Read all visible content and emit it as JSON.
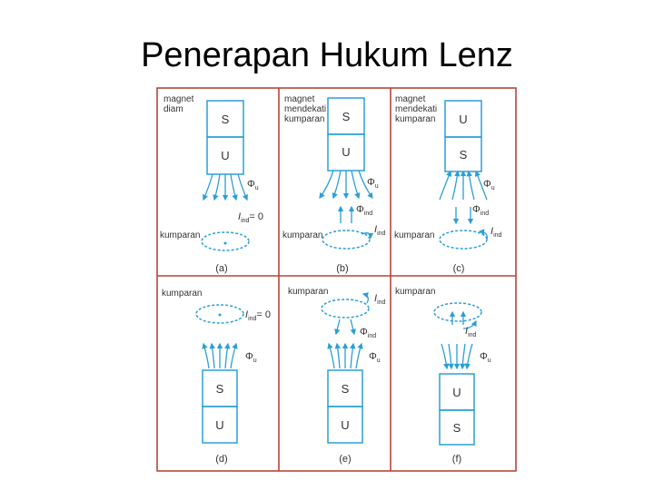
{
  "slide": {
    "title": "Penerapan Hukum Lenz"
  },
  "panels": [
    {
      "id": "a",
      "caption": "(a)",
      "desc_lines": [
        "magnet",
        "diam"
      ],
      "top_pole": "S",
      "bottom_pole": "U",
      "coil": "kumparan",
      "flux": "Φ",
      "flux_sub": "u",
      "iind_value": "= 0"
    },
    {
      "id": "b",
      "caption": "(b)",
      "desc_lines": [
        "magnet",
        "mendekati",
        "kumparan"
      ],
      "top_pole": "S",
      "bottom_pole": "U",
      "coil": "kumparan",
      "flux": "Φ",
      "flux_sub": "u",
      "flux_ind_sub": "ind"
    },
    {
      "id": "c",
      "caption": "(c)",
      "desc_lines": [
        "magnet",
        "mendekati",
        "kumparan"
      ],
      "top_pole": "U",
      "bottom_pole": "S",
      "coil": "kumparan",
      "flux": "Φ",
      "flux_sub": "u",
      "flux_ind_sub": "ind"
    },
    {
      "id": "d",
      "caption": "(d)",
      "top_pole": "S",
      "bottom_pole": "U",
      "coil": "kumparan",
      "flux": "Φ",
      "flux_sub": "u",
      "iind_value": "= 0"
    },
    {
      "id": "e",
      "caption": "(e)",
      "top_pole": "S",
      "bottom_pole": "U",
      "coil": "kumparan",
      "flux": "Φ",
      "flux_sub": "u",
      "flux_ind_sub": "ind"
    },
    {
      "id": "f",
      "caption": "(f)",
      "top_pole": "U",
      "bottom_pole": "S",
      "coil": "kumparan",
      "flux": "Φ",
      "flux_sub": "u",
      "flux_ind_sub": "ind"
    }
  ],
  "current_symbol": "I",
  "current_sub": "ind",
  "colors": {
    "frame": "#b5463a",
    "diagram": "#2a9fd6",
    "text": "#333333"
  }
}
